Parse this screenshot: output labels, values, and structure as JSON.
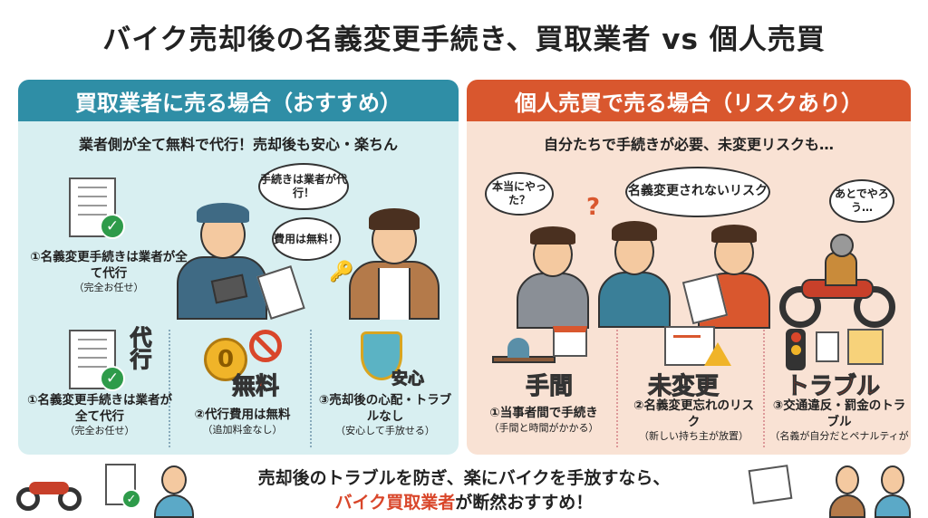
{
  "title": "バイク売却後の名義変更手続き、買取業者 vs 個人売買",
  "left": {
    "header": "買取業者に売る場合（おすすめ）",
    "subtitle": "業者側が全て無料で代行！売却後も安心・楽ちん",
    "bubbles": [
      "手続きは業者が代行！",
      "費用は無料！"
    ],
    "top_caption": {
      "main": "①名義変更手続きは業者が全て代行",
      "note": "（完全お任せ）"
    },
    "icon_labels": [
      "代行",
      "無料",
      "安心"
    ],
    "coin_text": "0",
    "items": [
      {
        "main": "①名義変更手続きは業者が全て代行",
        "note": "（完全お任せ）"
      },
      {
        "main": "②代行費用は無料",
        "note": "（追加料金なし）"
      },
      {
        "main": "③売却後の心配・トラブルなし",
        "note": "（安心して手放せる）"
      }
    ]
  },
  "right": {
    "header": "個人売買で売る場合（リスクあり）",
    "subtitle": "自分たちで手続きが必要、未変更リスクも…",
    "bubbles": [
      "本当にやった？",
      "名義変更されないリスク",
      "あとでやろう…"
    ],
    "question_mark": "?",
    "icon_labels": [
      "手間",
      "未変更",
      "トラブル"
    ],
    "items": [
      {
        "main": "①当事者間で手続き",
        "note": "（手間と時間がかかる）"
      },
      {
        "main": "②名義変更忘れのリスク",
        "note": "（新しい持ち主が放置）"
      },
      {
        "main": "③交通違反・罰金のトラブル",
        "note": "（名義が自分だとペナルティが"
      }
    ]
  },
  "banner": {
    "line1": "売却後のトラブルを防ぎ、楽にバイクを手放すなら、",
    "highlight": "バイク買取業者",
    "line2_rest": "が断然おすすめ！"
  },
  "colors": {
    "teal": "#2f8ea6",
    "orange": "#d9572e",
    "left_bg": "#d8eff1",
    "right_bg": "#f9e2d4",
    "highlight": "#d9462a"
  }
}
